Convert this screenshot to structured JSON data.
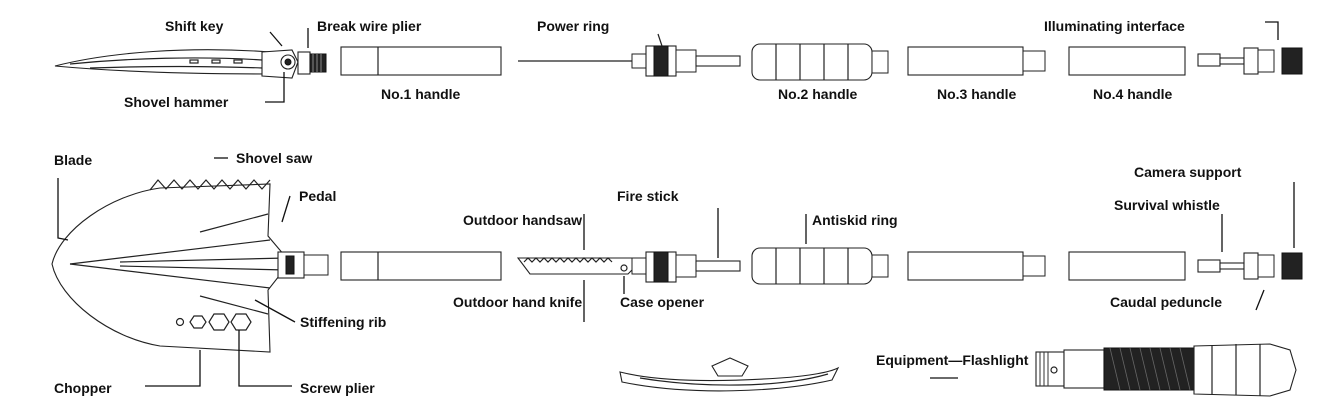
{
  "labels": {
    "shift_key": "Shift key",
    "break_wire_plier": "Break wire plier",
    "power_ring": "Power ring",
    "illuminating_interface": "Illuminating interface",
    "shovel_hammer": "Shovel hammer",
    "no1_handle": "No.1 handle",
    "no2_handle": "No.2 handle",
    "no3_handle": "No.3 handle",
    "no4_handle": "No.4 handle",
    "blade": "Blade",
    "shovel_saw": "Shovel saw",
    "pedal": "Pedal",
    "fire_stick": "Fire stick",
    "outdoor_handsaw": "Outdoor handsaw",
    "antiskid_ring": "Antiskid ring",
    "camera_support": "Camera support",
    "survival_whistle": "Survival whistle",
    "outdoor_hand_knife": "Outdoor hand knife",
    "case_opener": "Case opener",
    "caudal_peduncle": "Caudal peduncle",
    "stiffening_rib": "Stiffening rib",
    "chopper": "Chopper",
    "screw_plier": "Screw plier",
    "equipment_flashlight": "Equipment—Flashlight"
  }
}
